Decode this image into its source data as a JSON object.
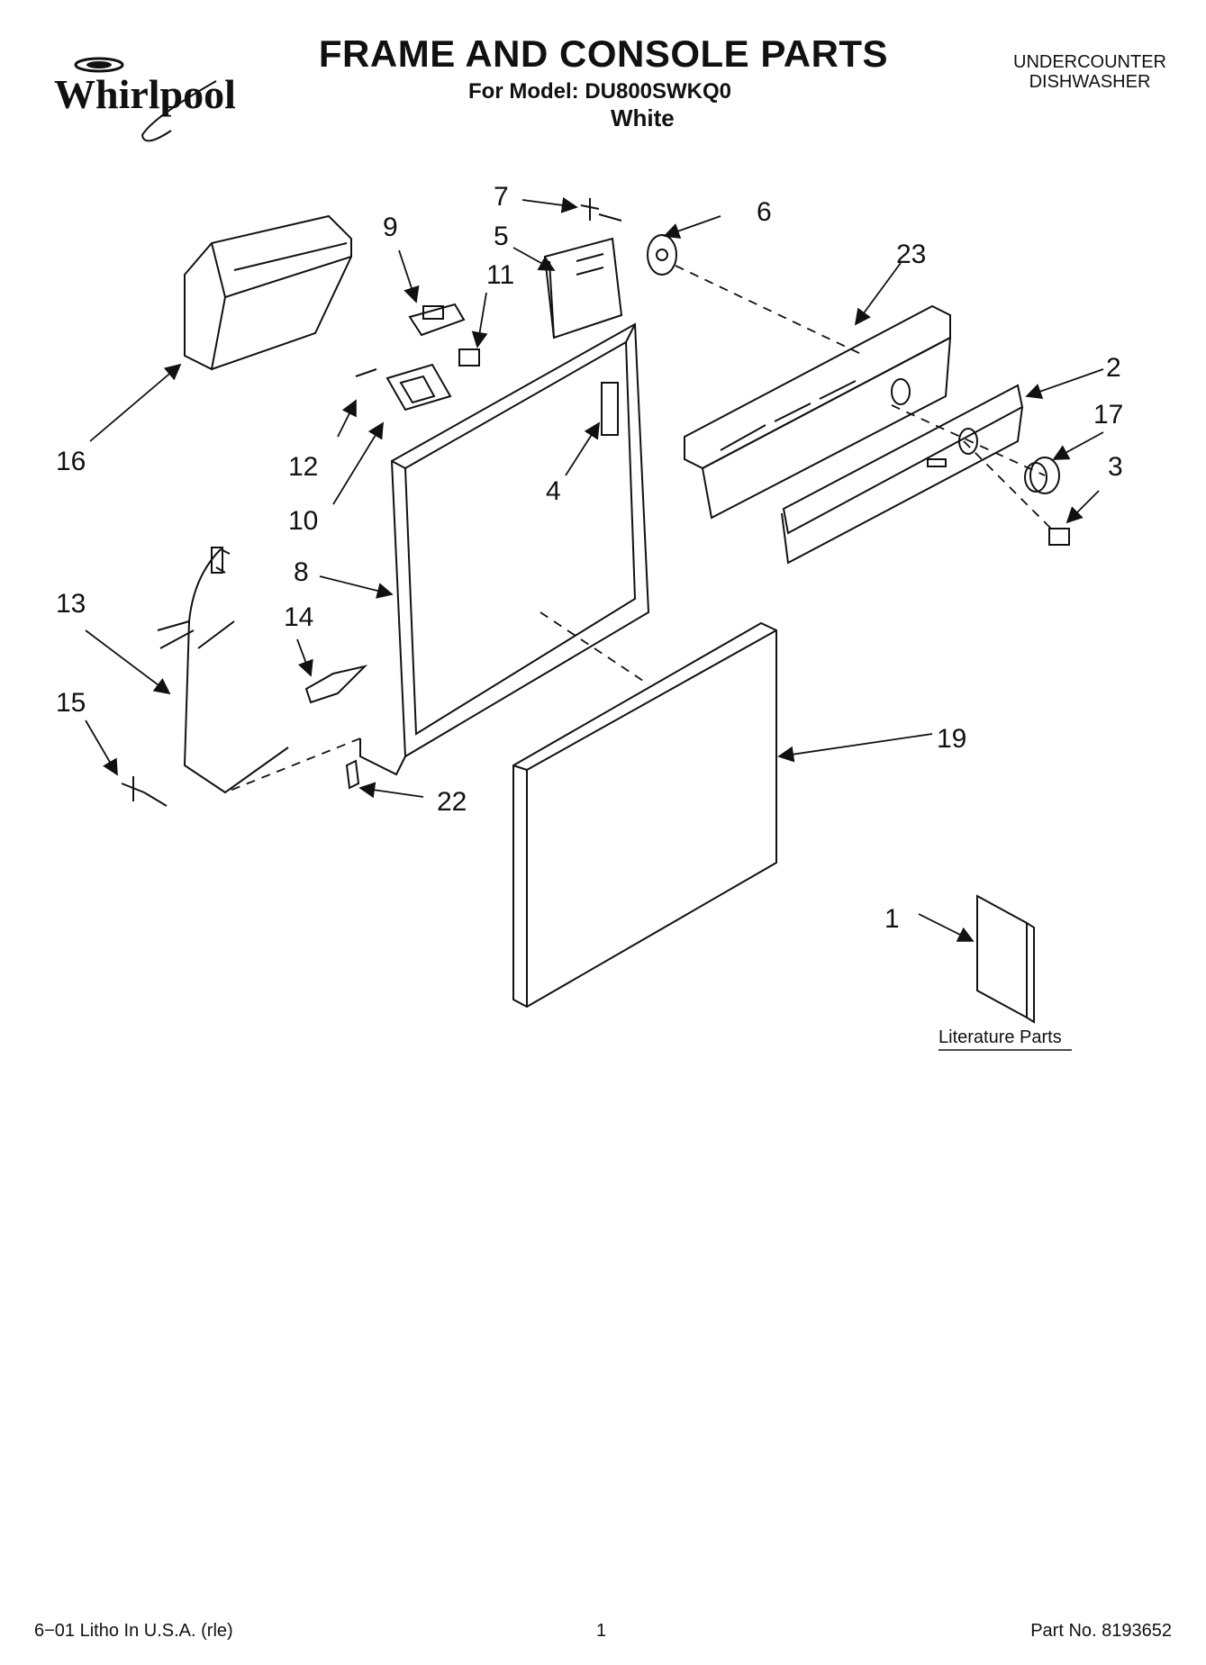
{
  "brand": {
    "name": "Whirlpool"
  },
  "header": {
    "title": "FRAME AND CONSOLE PARTS",
    "model_line": "For Model: DU800SWKQ0",
    "color": "White",
    "product_type_line1": "UNDERCOUNTER",
    "product_type_line2": "DISHWASHER"
  },
  "callouts": {
    "c1": "1",
    "c2": "2",
    "c3": "3",
    "c4": "4",
    "c5": "5",
    "c6": "6",
    "c7": "7",
    "c8": "8",
    "c9": "9",
    "c10": "10",
    "c11": "11",
    "c12": "12",
    "c13": "13",
    "c14": "14",
    "c15": "15",
    "c16": "16",
    "c17": "17",
    "c19": "19",
    "c22": "22",
    "c23": "23"
  },
  "literature_label": "Literature Parts",
  "footer": {
    "left": "6−01 Litho In U.S.A. (rle)",
    "page": "1",
    "part_no": "Part No. 8193652"
  }
}
